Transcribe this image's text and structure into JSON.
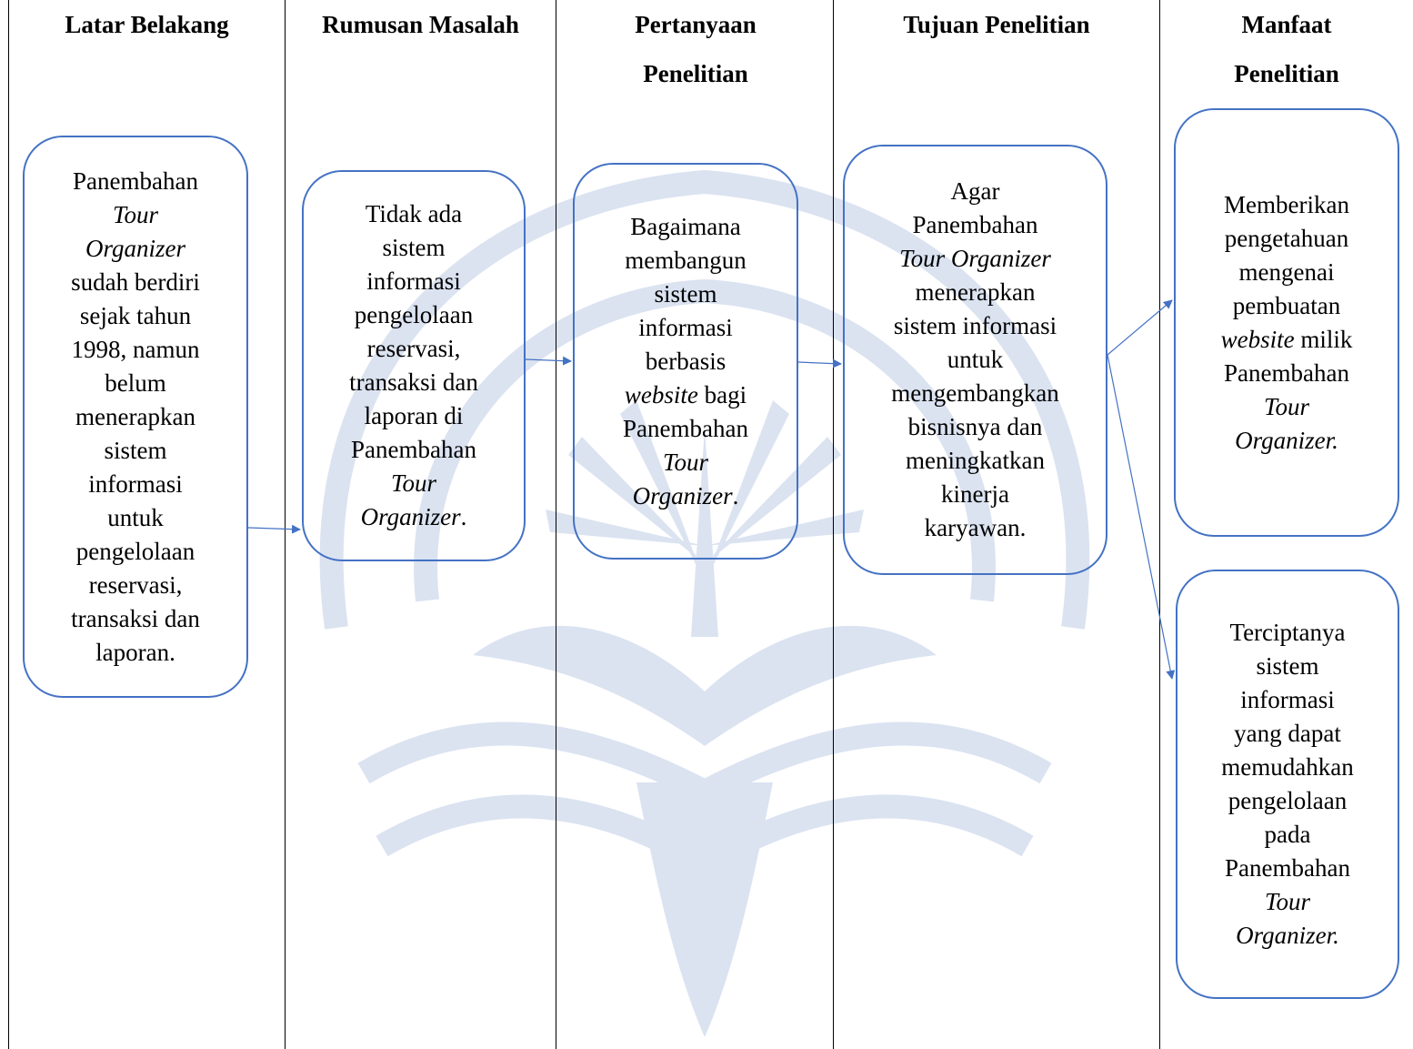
{
  "columns": [
    {
      "id": "latar",
      "header": "Latar Belakang"
    },
    {
      "id": "rumusan",
      "header": "Rumusan Masalah"
    },
    {
      "id": "pertanyaan",
      "header": "Pertanyaan Penelitian"
    },
    {
      "id": "tujuan",
      "header": "Tujuan Penelitian"
    },
    {
      "id": "manfaat",
      "header": "Manfaat Penelitian"
    }
  ],
  "boxes": {
    "latar": [
      {
        "t": "Panembahan"
      },
      {
        "t": "Tour",
        "i": true
      },
      {
        "t": "Organizer",
        "i": true
      },
      {
        "t": "sudah berdiri"
      },
      {
        "t": "sejak tahun"
      },
      {
        "t": "1998, namun"
      },
      {
        "t": "belum"
      },
      {
        "t": "menerapkan"
      },
      {
        "t": "sistem"
      },
      {
        "t": "informasi"
      },
      {
        "t": "untuk"
      },
      {
        "t": "pengelolaan"
      },
      {
        "t": "reservasi,"
      },
      {
        "t": "transaksi dan"
      },
      {
        "t": "laporan."
      }
    ],
    "rumusan": [
      {
        "t": "Tidak ada"
      },
      {
        "t": "sistem"
      },
      {
        "t": "informasi"
      },
      {
        "t": "pengelolaan"
      },
      {
        "t": "reservasi,"
      },
      {
        "t": "transaksi dan"
      },
      {
        "t": "laporan di"
      },
      {
        "t": "Panembahan"
      },
      {
        "t": "Tour",
        "i": true
      },
      {
        "t": "Organizer",
        "i": true,
        "after": "."
      }
    ],
    "pertanyaan": [
      {
        "t": "Bagaimana"
      },
      {
        "t": "membangun"
      },
      {
        "t": "sistem"
      },
      {
        "t": "informasi"
      },
      {
        "t": "berbasis"
      },
      {
        "t": "website",
        "i": true,
        "after": " bagi"
      },
      {
        "t": "Panembahan"
      },
      {
        "t": "Tour",
        "i": true
      },
      {
        "t": "Organizer",
        "i": true,
        "after": "."
      }
    ],
    "tujuan": [
      {
        "t": "Agar"
      },
      {
        "t": "Panembahan"
      },
      {
        "t": "Tour Organizer",
        "i": true
      },
      {
        "t": "menerapkan"
      },
      {
        "t": "sistem informasi"
      },
      {
        "t": "untuk"
      },
      {
        "t": "mengembangkan"
      },
      {
        "t": "bisnisnya dan"
      },
      {
        "t": "meningkatkan"
      },
      {
        "t": "kinerja"
      },
      {
        "t": "karyawan."
      }
    ],
    "manfaat1": [
      {
        "t": "Memberikan"
      },
      {
        "t": "pengetahuan"
      },
      {
        "t": "mengenai"
      },
      {
        "t": "pembuatan"
      },
      {
        "t": "website",
        "i": true,
        "after": " milik"
      },
      {
        "t": "Panembahan"
      },
      {
        "t": "Tour",
        "i": true
      },
      {
        "t": "Organizer.",
        "i": true
      }
    ],
    "manfaat2": [
      {
        "t": "Terciptanya"
      },
      {
        "t": "sistem"
      },
      {
        "t": "informasi"
      },
      {
        "t": "yang dapat"
      },
      {
        "t": "memudahkan"
      },
      {
        "t": "pengelolaan"
      },
      {
        "t": "pada"
      },
      {
        "t": "Panembahan"
      },
      {
        "t": "Tour",
        "i": true
      },
      {
        "t": "Organizer.",
        "i": true
      }
    ]
  },
  "colors": {
    "box_border": "#4472c4",
    "arrow": "#4472c4",
    "watermark": "#dbe3f1"
  }
}
